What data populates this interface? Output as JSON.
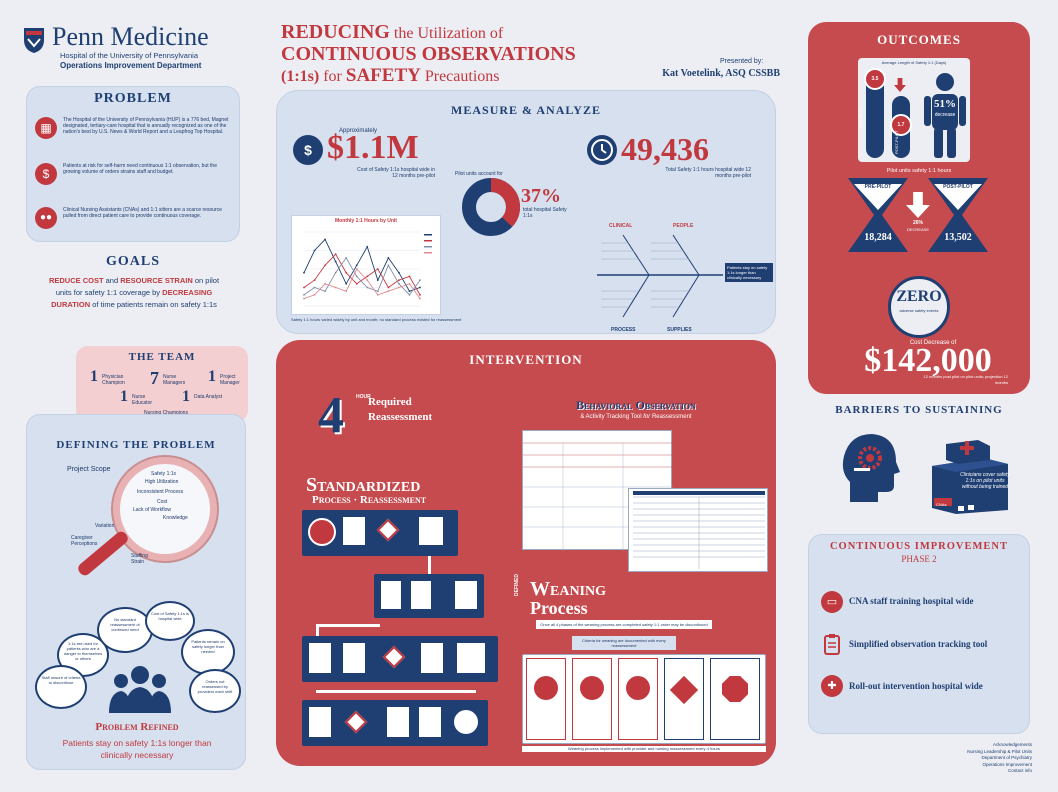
{
  "header": {
    "logo_name": "Penn Medicine",
    "logo_sub1": "Hospital of the University of Pennsylvania",
    "logo_sub2": "Operations Improvement Department",
    "title_line1_big": "REDUCING",
    "title_line1_rest": "the Utilization of",
    "title_line2": "CONTINUOUS OBSERVATIONS",
    "title_line3_a": "(1:1s)",
    "title_line3_b": "for",
    "title_line3_c": "SAFETY",
    "title_line3_d": "Precautions",
    "presented_by": "Presented by:",
    "author": "Kat Voetelink, ASQ CSSBB"
  },
  "problem": {
    "heading": "PROBLEM",
    "items": [
      "The Hospital of the University of Pennsylvania (HUP) is a 776 bed, Magnet designated, tertiary-care hospital that is annually recognized as one of the nation's best by U.S. News & World Report and a Leapfrog Top Hospital.",
      "Patients at risk for self-harm need continuous 1:1 observation, but the growing volume of orders strains staff and budget.",
      "Clinical Nursing Assistants (CNAs) and 1:1 sitters are a scarce resource pulled from direct patient care to provide continuous coverage."
    ]
  },
  "goals": {
    "heading": "GOALS",
    "p1": "REDUCE COST",
    "p2": "and",
    "p3": "RESOURCE STRAIN",
    "p4": "on pilot units for safety 1:1 coverage by",
    "p5": "DECREASING DURATION",
    "p6": "of time patients remain on safety 1:1s"
  },
  "team": {
    "heading": "THE TEAM",
    "nums": [
      "1",
      "7",
      "1",
      "1",
      "1"
    ],
    "labels": [
      "Physician Champion",
      "Nurse Managers",
      "Project Manager",
      "Nurse Educator",
      "Data Analyst"
    ],
    "bottom": "Nursing Champions"
  },
  "defining": {
    "heading": "DEFINING THE PROBLEM",
    "project_scope": "Project Scope",
    "lens": [
      "Safety 1:1s",
      "High Utilization",
      "Inconsistent Process",
      "Cost",
      "Lack of Workflow",
      "Knowledge"
    ],
    "outer": [
      "Variation",
      "Caregiver Perceptions",
      "Staffing Strain"
    ],
    "bubbles": [
      "1:1s are used for patients who are a danger to themselves or others",
      "No standard reassessment of continued need",
      "Cost of Safety 1:1s is hospital wide",
      "Patients remain on safety longer than needed",
      "Staff unsure of criteria to discontinue",
      "Orders not reassessed by providers each shift"
    ],
    "refined_heading": "Problem Refined",
    "refined_text": "Patients stay on safety 1:1s longer than clinically necessary"
  },
  "measure": {
    "heading": "MEASURE & ANALYZE",
    "approx": "Approximately",
    "cost": "$1.1M",
    "cost_caption": "Cost of Safety 1:1s hospital wide in 12 months pre-pilot",
    "hours": "49,436",
    "hours_caption": "Total Safety 1:1 hours hospital wide 12 months pre-pilot",
    "pilot_caption": "Pilot units account for",
    "pct": "37%",
    "pct_caption": "total hospital Safety 1:1s",
    "fishbone_labels": [
      "CLINICAL",
      "PEOPLE",
      "PROCESS",
      "SUPPLIES"
    ],
    "fishbone_result": "Patients stay on safety 1:1s longer than clinically necessary",
    "chart_title": "Monthly 1:1 Hours by Unit",
    "chart_footer": "Safety 1:1 hours varied widely by unit and month; no standard process existed for reassessment"
  },
  "intervention": {
    "heading": "INTERVENTION",
    "four": "4",
    "hour": "HOUR",
    "required": "Required",
    "reassessment": "Reassessment",
    "std_title1": "Standardized",
    "std_title2": "Process",
    "std_title3": "Reassessment",
    "behav_title": "Behavioral Observation",
    "behav_sub1": "& Activity Tracking Tool",
    "behav_sub2": "for",
    "behav_sub3": "Reassessment",
    "weaning1": "Weaning",
    "weaning2": "Process",
    "defined": "DEFINED",
    "weaning_box1": "Once all 4 phases of the weaning process are completed safety 1:1 order may be discontinued",
    "weaning_box2": "Criteria for weaning are documented with every reassessment",
    "weaning_footer": "Weaning process implemented with provider and nursing reassessment every 4 hours"
  },
  "outcomes": {
    "heading": "OUTCOMES",
    "sub1": "Average Length of Safety 1:1 (Days)",
    "pre_val": "3.5",
    "post_val": "1.7",
    "pre_label": "PRE-PILOT",
    "post_label": "POST-PILOT",
    "pct_label": "51%",
    "pct_sub": "decrease",
    "hours_title": "Pilot units safety 1:1 hours",
    "pre_pilot": "PRE-PILOT",
    "post_pilot": "POST-PILOT",
    "pre_hours": "18,284",
    "post_hours": "13,502",
    "decrease": "26%",
    "decrease_sub": "DECREASE",
    "zero": "ZERO",
    "zero_sub": "adverse safety events",
    "cost_label": "Cost Decrease of",
    "cost_value": "$142,000",
    "cost_caption": "12 months post pilot on pilot units; projection 12 months"
  },
  "barriers": {
    "heading": "BARRIERS TO SUSTAINING",
    "right_text": "Clinicians cover safety 1:1s on pilot units without being trained",
    "small_text": "CNAs"
  },
  "ci": {
    "heading": "CONTINUOUS IMPROVEMENT",
    "phase": "PHASE 2",
    "items": [
      "CNA staff training hospital wide",
      "Simplified observation tracking tool",
      "Roll-out intervention hospital wide"
    ]
  },
  "footer": {
    "lines": [
      "Acknowledgements",
      "Nursing Leadership & Pilot Units",
      "Department of Psychiatry",
      "Operations Improvement",
      "Contact info"
    ]
  },
  "chart_data": {
    "type": "line",
    "title": "Monthly 1:1 Hours by Unit",
    "x": [
      "1",
      "2",
      "3",
      "4",
      "5",
      "6",
      "7",
      "8",
      "9",
      "10",
      "11",
      "12"
    ],
    "series": [
      {
        "name": "",
        "values": [
          900,
          1500,
          1800,
          1200,
          600,
          1100,
          1600,
          700,
          1300,
          900,
          400,
          500
        ]
      },
      {
        "name": "",
        "values": [
          500,
          700,
          1100,
          1400,
          900,
          600,
          800,
          1000,
          500,
          700,
          800,
          300
        ]
      },
      {
        "name": "",
        "values": [
          300,
          500,
          400,
          900,
          1300,
          800,
          500,
          400,
          1100,
          600,
          300,
          700
        ]
      },
      {
        "name": "",
        "values": [
          200,
          300,
          600,
          500,
          400,
          1000,
          700,
          300,
          400,
          500,
          600,
          200
        ]
      }
    ],
    "colors": [
      "#1f3f73",
      "#c1393f",
      "#7f8fa8",
      "#e08a8d"
    ],
    "ylim": [
      0,
      2000
    ]
  }
}
